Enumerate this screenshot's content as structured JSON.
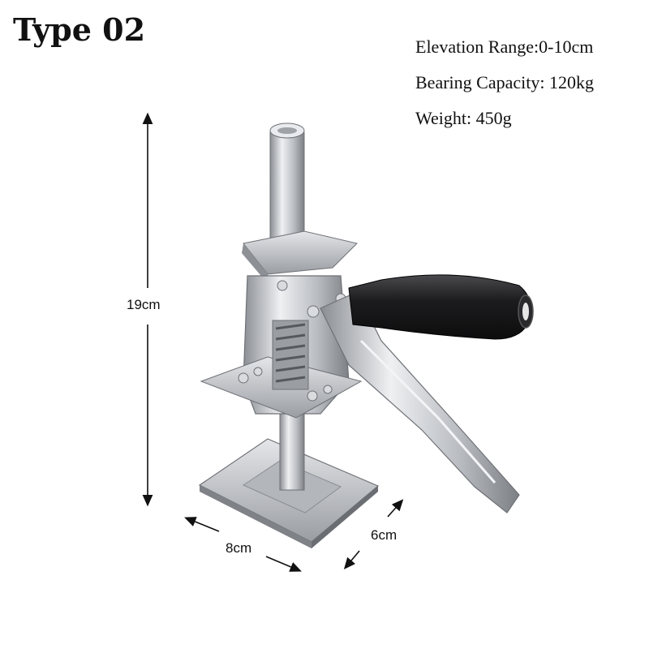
{
  "title": "Type 02",
  "specs": [
    {
      "text": "Elevation Range:0-10cm"
    },
    {
      "text": "Bearing Capacity: 120kg"
    },
    {
      "text": "Weight: 450g"
    }
  ],
  "dimensions": {
    "height": "19cm",
    "width": "8cm",
    "depth": "6cm"
  },
  "colors": {
    "metal": "#c9cbcf",
    "metal_dark": "#8c8f94",
    "handle": "#1c1c1e"
  }
}
